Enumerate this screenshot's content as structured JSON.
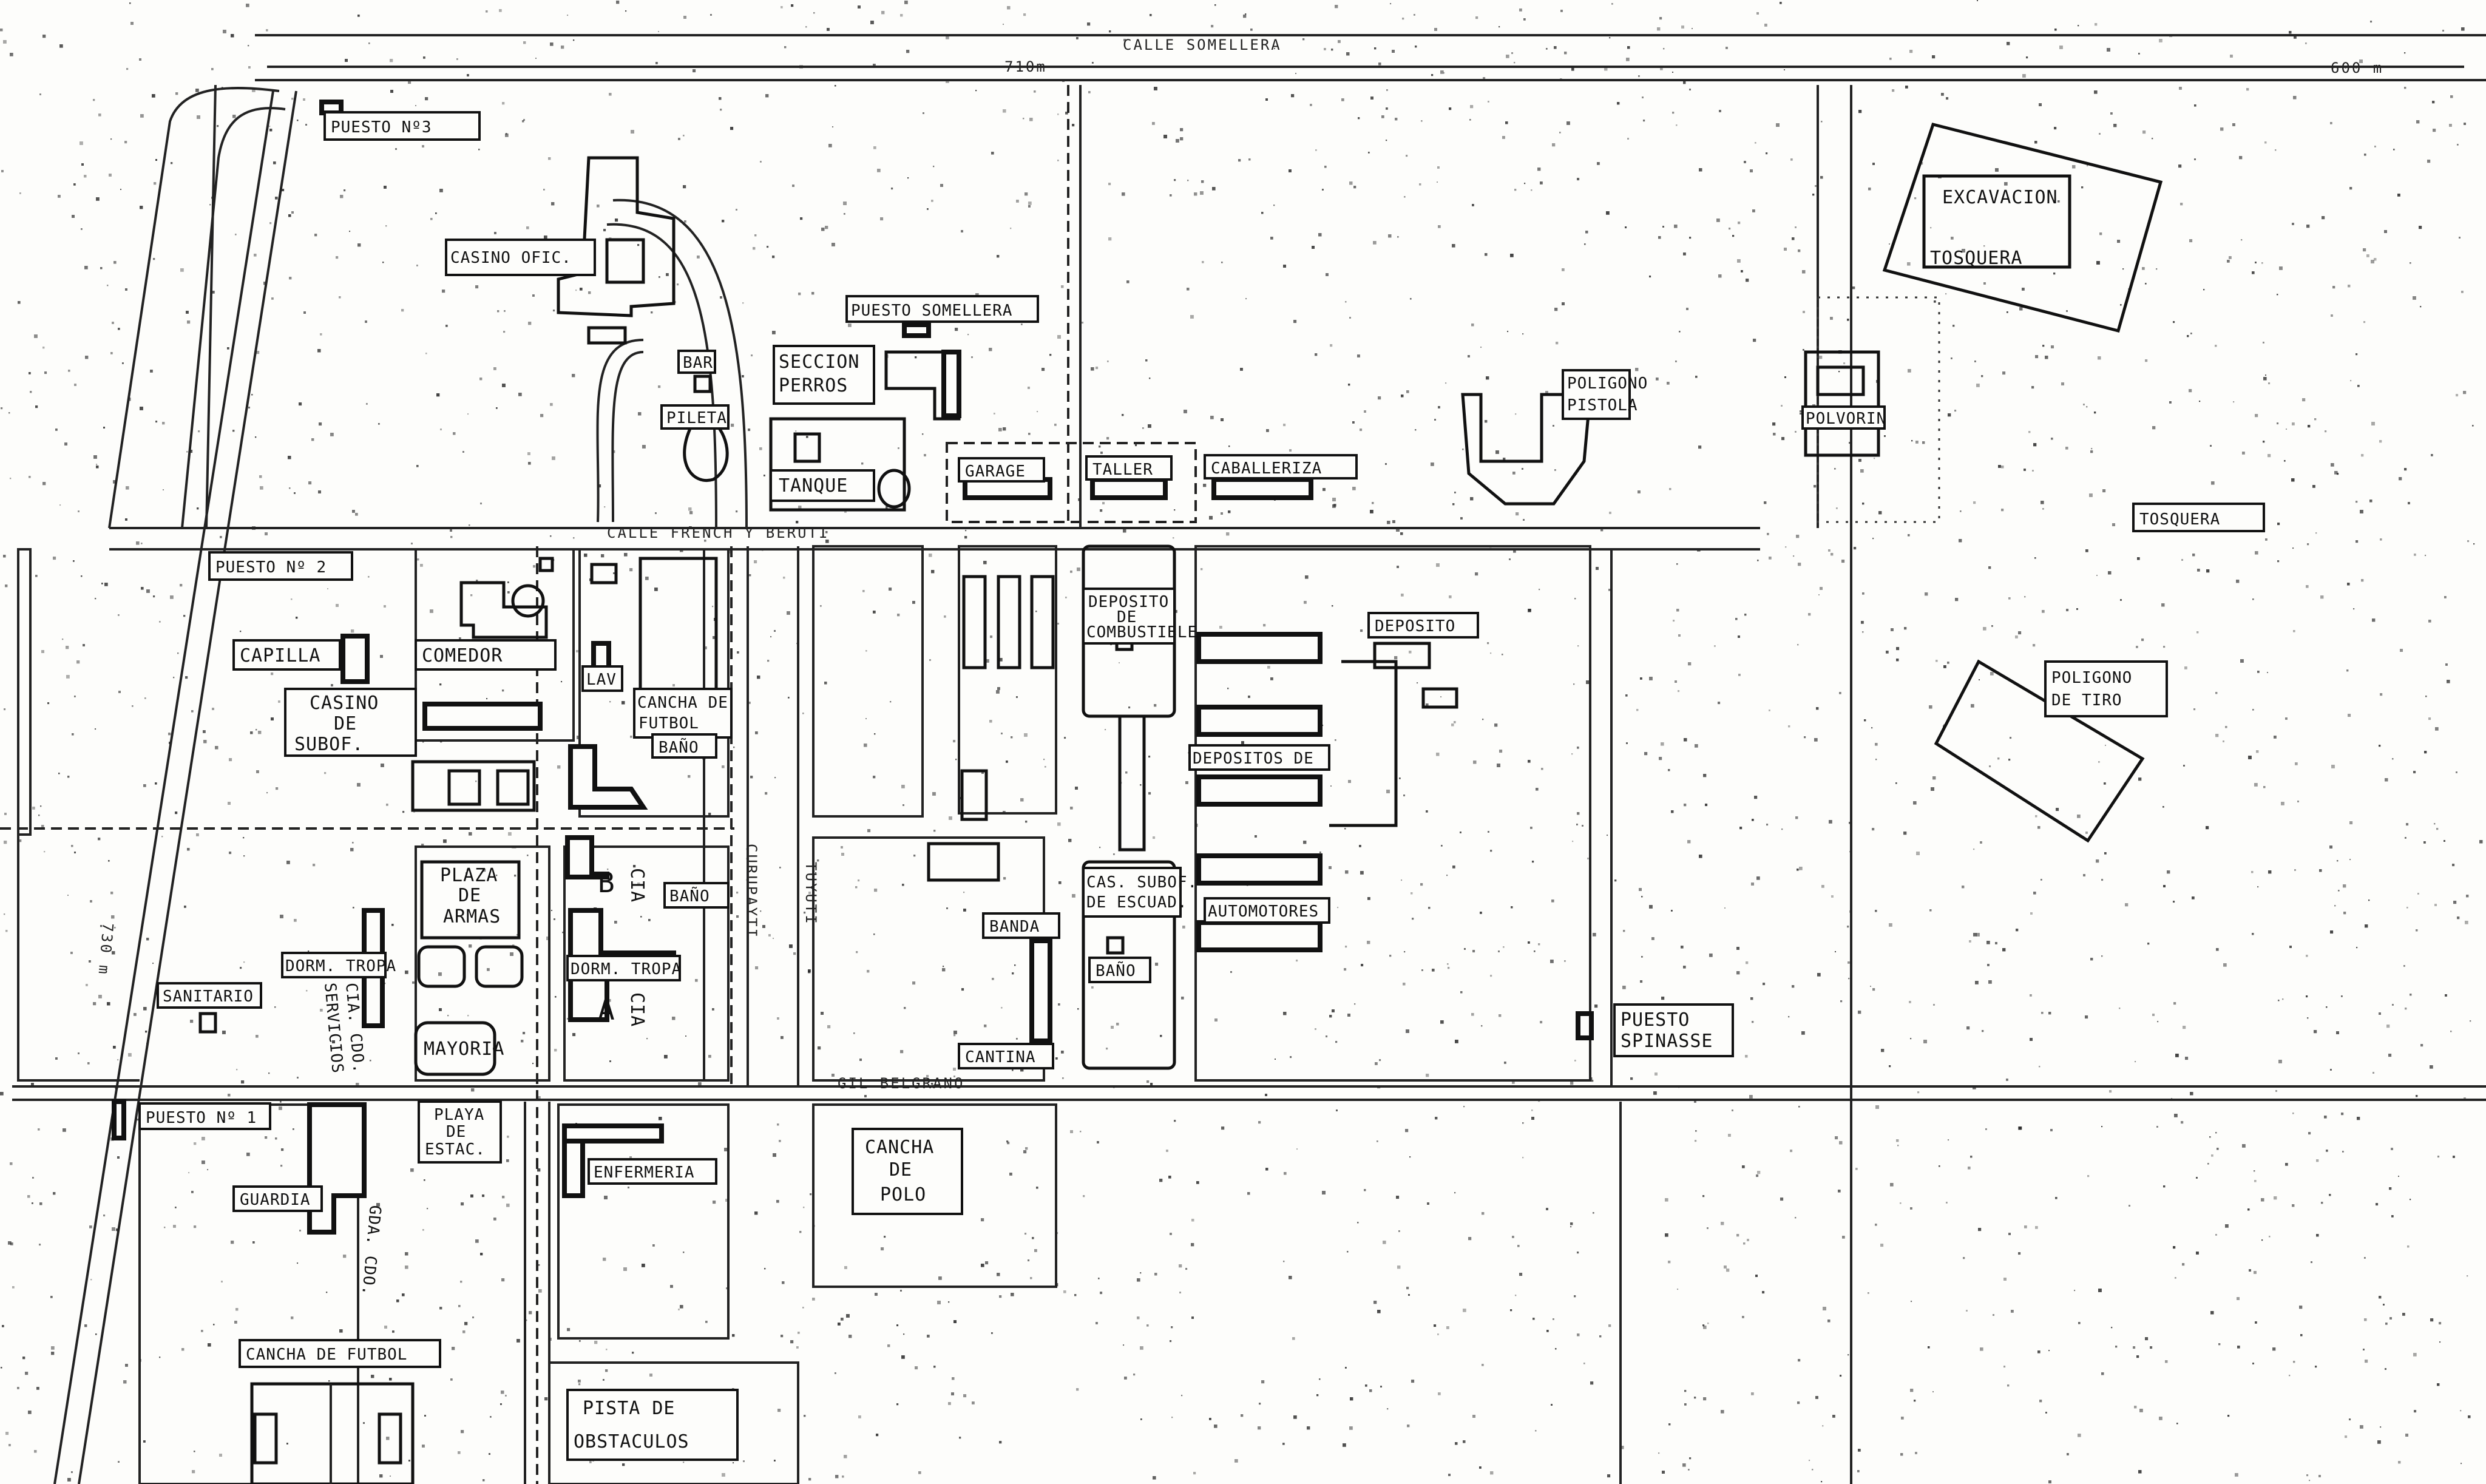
{
  "roads": {
    "somellera": "CALLE SOMELLERA",
    "french_beruti": "CALLE FRENCH Y BERUTI",
    "belgrano": "GIL BELGRANO",
    "curupayti": "CURUPAYTI",
    "tuyuti": "TUYUTI"
  },
  "distances": {
    "top": "710m",
    "top_right": "600 m",
    "left": "730 m"
  },
  "labels": {
    "puesto3": "PUESTO Nº3",
    "puesto2": "PUESTO Nº 2",
    "puesto1": "PUESTO Nº 1",
    "casino_ofic": "CASINO OFIC.",
    "puesto_somellera": "PUESTO SOMELLERA",
    "bar": "BAR",
    "pileta": "PILETA",
    "seccion_perros_1": "SECCION",
    "seccion_perros_2": "PERROS",
    "tanque": "TANQUE",
    "garage": "GARAGE",
    "taller": "TALLER",
    "caballeriza": "CABALLERIZA",
    "poligono_pistola_1": "POLIGONO",
    "poligono_pistola_2": "PISTOLA",
    "polvorin": "POLVORIN",
    "excavacion_1": "EXCAVACION",
    "excavacion_2": "TOSQUERA",
    "tosquera": "TOSQUERA",
    "poligono_tiro_1": "POLIGONO",
    "poligono_tiro_2": "DE TIRO",
    "capilla": "CAPILLA",
    "comedor": "COMEDOR",
    "casino_subof_1": "CASINO",
    "casino_subof_2": "DE",
    "casino_subof_3": "SUBOF.",
    "lav": "LAV",
    "cancha_futbol_1": "CANCHA DE",
    "cancha_futbol_2": "FUTBOL",
    "bano1": "BAÑO",
    "bano2": "BAÑO",
    "bano3": "BAÑO",
    "deposito_comb_1": "DEPOSITO",
    "deposito_comb_2": "DE",
    "deposito_comb_3": "COMBUSTIBLE",
    "deposito": "DEPOSITO",
    "depositos_de": "DEPOSITOS DE",
    "plaza_1": "PLAZA",
    "plaza_2": "DE",
    "plaza_3": "ARMAS",
    "cia_b_1": "CIA",
    "cia_b_2": "B",
    "cia_a_1": "CIA",
    "cia_a_2": "A",
    "dorm_tropa_1": "DORM. TROPA",
    "dorm_tropa_2": "DORM. TROPA",
    "cia_cdo_1": "CIA. CDO.",
    "cia_cdo_2": "SERVICIOS",
    "sanitario": "SANITARIO",
    "mayoria": "MAYORIA",
    "banda": "BANDA",
    "cantina": "CANTINA",
    "cas_subof_esc_1": "CAS. SUBOF.",
    "cas_subof_esc_2": "DE ESCUAD.",
    "automotores": "AUTOMOTORES",
    "puesto_spinasse_1": "PUESTO",
    "puesto_spinasse_2": "SPINASSE",
    "playa_1": "PLAYA",
    "playa_2": "DE",
    "playa_3": "ESTAC.",
    "guardia": "GUARDIA",
    "gda_cdo": "GDA. CDO.",
    "enfermeria": "ENFERMERIA",
    "cancha_polo_1": "CANCHA",
    "cancha_polo_2": "DE",
    "cancha_polo_3": "POLO",
    "cancha_futbol2": "CANCHA DE FUTBOL",
    "pista_1": "PISTA DE",
    "pista_2": "OBSTACULOS"
  }
}
